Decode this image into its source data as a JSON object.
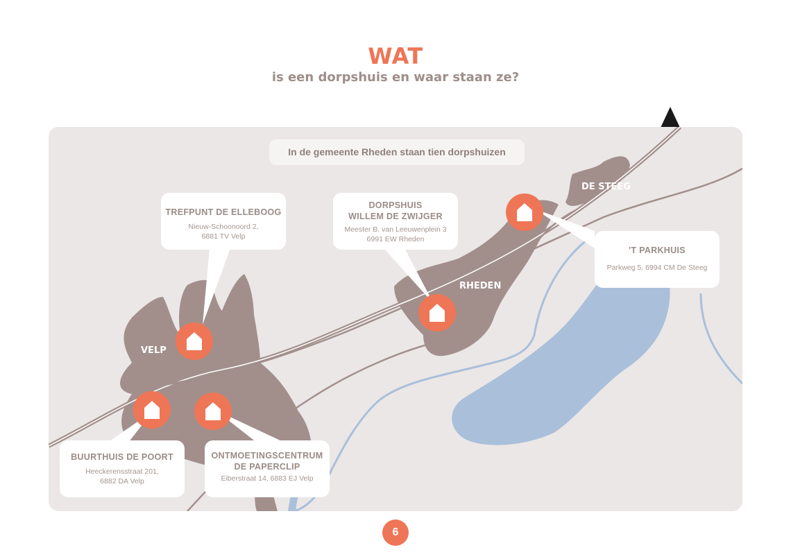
{
  "page": {
    "title": "WAT",
    "subtitle": "is een dorpshuis en waar staan ze?",
    "page_number": "6",
    "accent_color": "#ee7656",
    "text_color": "#9e8e89"
  },
  "map": {
    "banner": "In de gemeente Rheden staan tien dorpshuizen",
    "north_arrow_icon": "north-arrow-icon",
    "colors": {
      "land": "#ebe7e6",
      "town": "#a28f8b",
      "water": "#aabfda"
    },
    "places": {
      "velp": "VELP",
      "rheden": "RHEDEN",
      "desteeg": "DE STEEG"
    },
    "markers_icon": "house-icon",
    "callouts": [
      {
        "id": "elleboog",
        "name_lines": [
          "TREFPUNT DE ELLEBOOG"
        ],
        "addr_lines": [
          "Nieuw-Schoonoord 2,",
          "6881 TV Velp"
        ]
      },
      {
        "id": "zwijger",
        "name_lines": [
          "DORPSHUIS",
          "WILLEM DE ZWIJGER"
        ],
        "addr_lines": [
          "Meester B. van Leeuwenplein 3",
          "6991 EW  Rheden"
        ]
      },
      {
        "id": "parkhuis",
        "name_lines": [
          "'T PARKHUIS"
        ],
        "addr_lines": [
          "Parkweg 5, 6994 CM De Steeg"
        ]
      },
      {
        "id": "poort",
        "name_lines": [
          "BUURTHUIS DE POORT"
        ],
        "addr_lines": [
          "Heeckerensstraat 201,",
          "6882 DA Velp"
        ]
      },
      {
        "id": "paperclip",
        "name_lines": [
          "ONTMOETINGSCENTRUM",
          "DE PAPERCLIP"
        ],
        "addr_lines": [
          "Eiberstraat 14, 6883 EJ Velp"
        ]
      }
    ]
  }
}
